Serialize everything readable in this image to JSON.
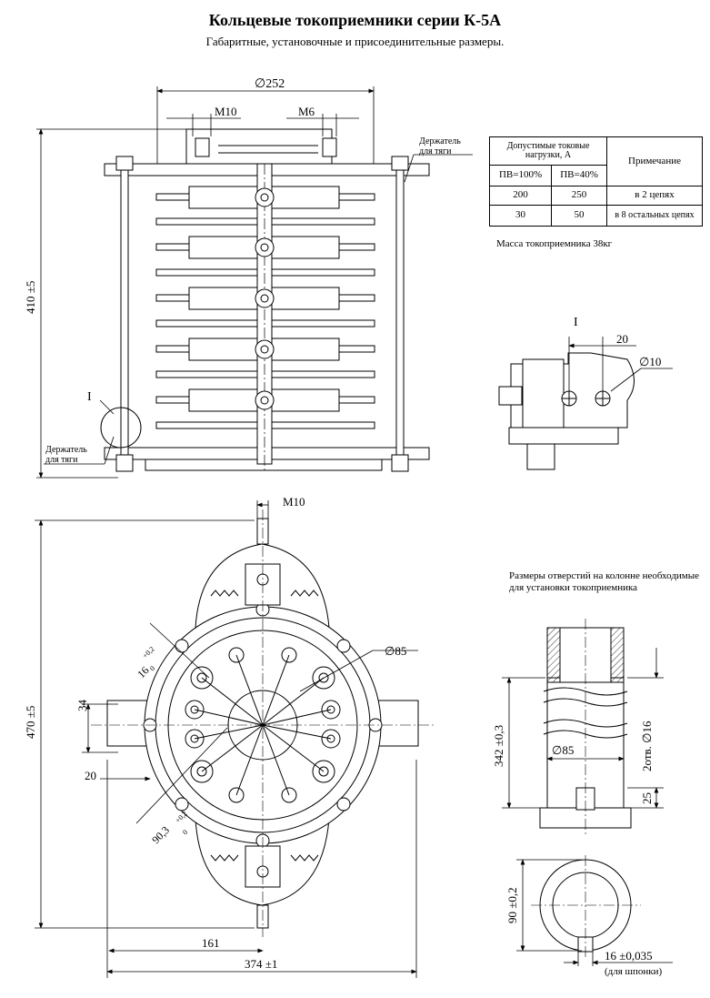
{
  "title": "Кольцевые токоприемники серии К-5А",
  "subtitle": "Габаритные, установочные и присоединительные размеры.",
  "front_view": {
    "dim_diameter": "∅252",
    "dim_m10": "M10",
    "dim_m6": "M6",
    "dim_height": "410 ±5",
    "holder_label": "Держатель для тяги",
    "detail_ref": "I"
  },
  "load_table": {
    "header_loads": "Допустимые токовые нагрузки, А",
    "header_note": "Примечание",
    "col_pv100": "ПВ=100%",
    "col_pv40": "ПВ=40%",
    "rows": [
      {
        "pv100": "200",
        "pv40": "250",
        "note": "в 2 цепях"
      },
      {
        "pv100": "30",
        "pv40": "50",
        "note": "в 8 остальных цепях"
      }
    ]
  },
  "mass": "Масса токоприемника 38кг",
  "detail": {
    "ref": "I",
    "dim_20": "20",
    "dim_d10": "∅10"
  },
  "top_view": {
    "dim_m10": "M10",
    "dim_d85": "∅85",
    "dim_16": "16",
    "dim_16_tol_plus": "+0,2",
    "dim_16_tol_zero": "0",
    "dim_34": "34",
    "dim_20": "20",
    "dim_90_3": "90,3",
    "dim_90_3_tol_plus": "+0,2",
    "dim_90_3_tol_zero": "0",
    "dim_470": "470 ±5",
    "dim_161": "161",
    "dim_374": "374 ±1"
  },
  "column": {
    "note": "Размеры отверстий на колонне необходимые для установки токоприемника",
    "dim_342": "342 ±0,3",
    "dim_d85": "∅85",
    "dim_holes": "2отв. ∅16",
    "dim_25": "25",
    "dim_90": "90 ±0,2",
    "dim_16_key": "16 ±0,035",
    "key_note": "(для шпонки)"
  }
}
